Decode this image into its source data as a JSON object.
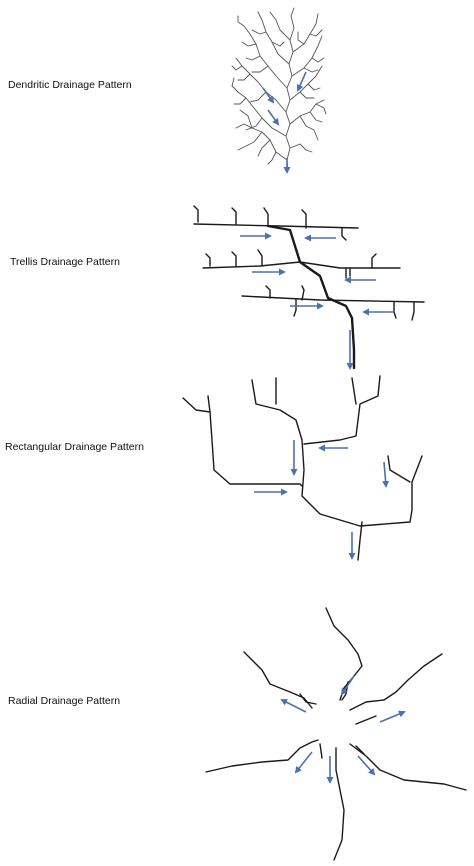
{
  "patterns": [
    {
      "label": "Dendritic Drainage Pattern"
    },
    {
      "label": "Trellis Drainage Pattern"
    },
    {
      "label": "Rectangular Drainage Pattern"
    },
    {
      "label": "Radial Drainage Pattern"
    }
  ],
  "colors": {
    "arrow": "#4a72b0",
    "river": "#1a1a1a"
  }
}
